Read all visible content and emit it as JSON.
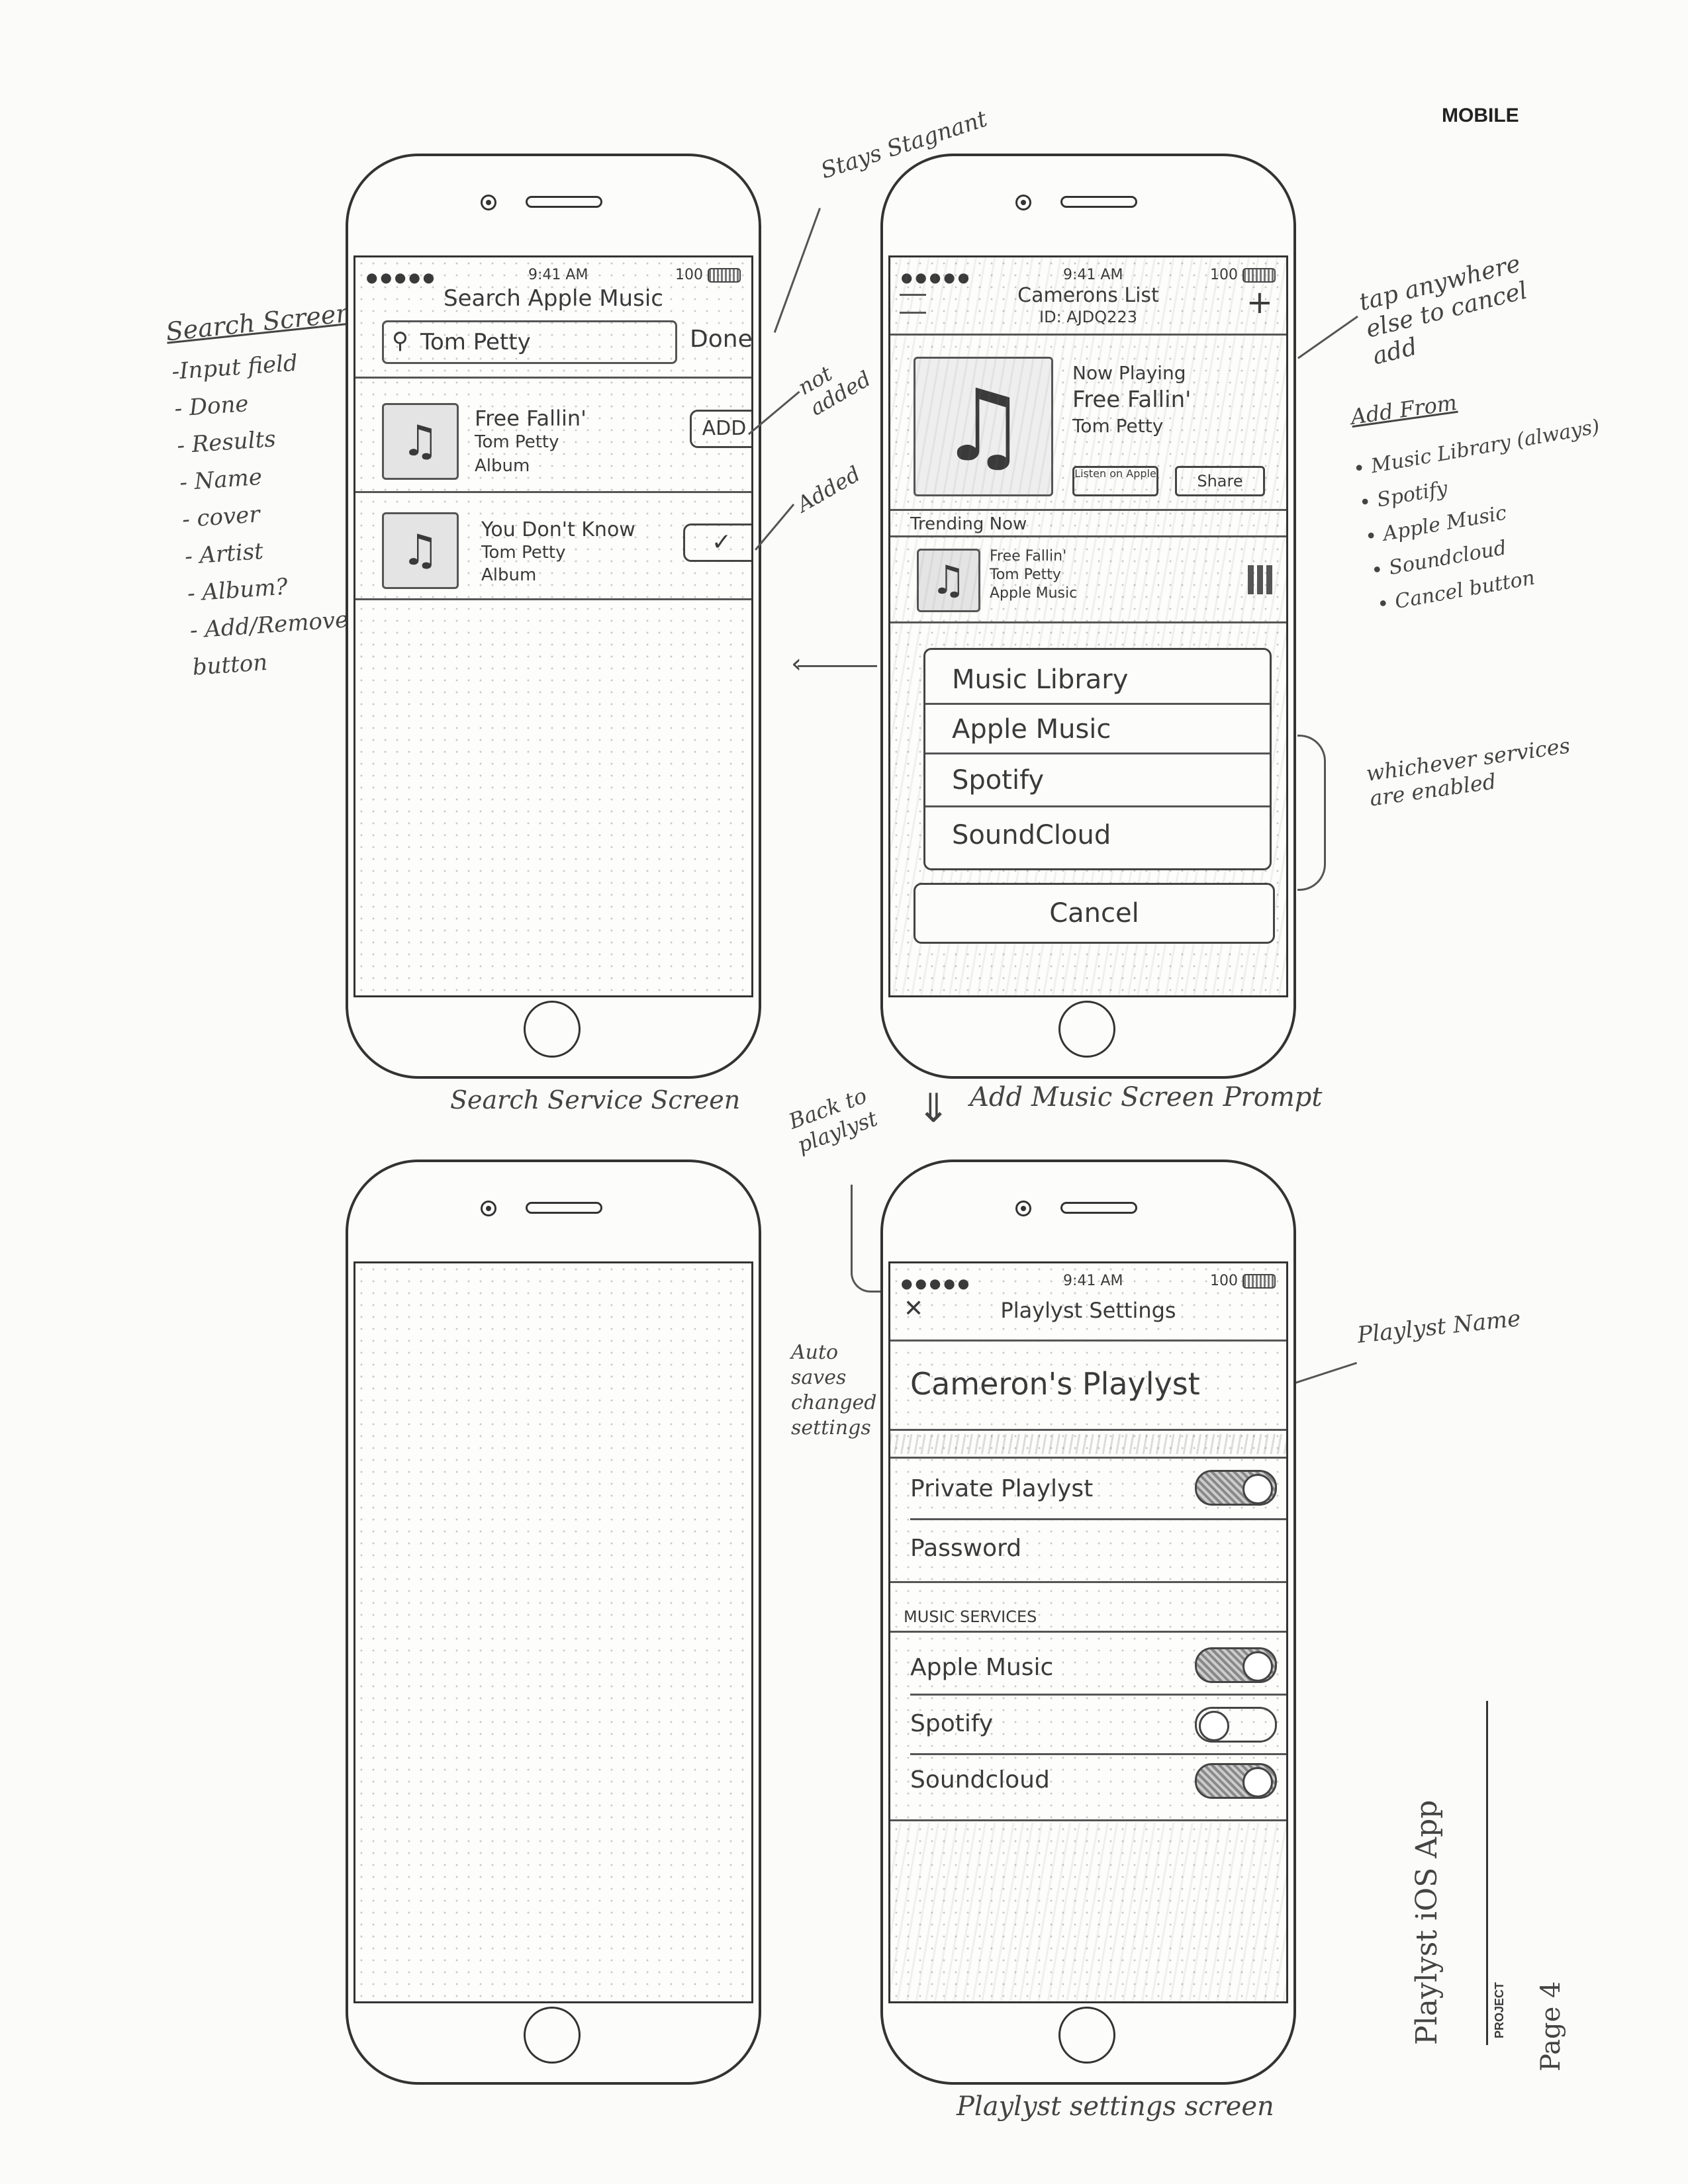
{
  "sheet": {
    "label": "MOBILE",
    "project_title": "Playlyst iOS App",
    "project_label": "PROJECT",
    "page": "Page 4"
  },
  "captions": {
    "search_screen": "Search Service Screen",
    "add_music_prompt": "Add Music Screen Prompt",
    "settings_screen": "Playlyst settings screen"
  },
  "notes": {
    "search_title": "Search Screen",
    "search_items": [
      "-Input field",
      "- Done",
      "- Results",
      "- Name",
      "- cover",
      "- Artist",
      "- Album?",
      "- Add/Remove button"
    ],
    "stays_stagnant": "Stays Stagnant",
    "not_added": "not added",
    "added": "Added",
    "tap_anywhere": "tap anywhere else to cancel add",
    "add_from_title": "Add From",
    "add_from_items": [
      "• Music Library (always)",
      "• Spotify",
      "• Apple Music",
      "• Soundcloud",
      "• Cancel button"
    ],
    "whichever_services": "whichever services are enabled",
    "back_to_playlyst": "Back to playlyst",
    "auto_saves": "Auto saves changed settings",
    "playlyst_name": "Playlyst Name"
  },
  "status": {
    "time": "9:41 AM",
    "battery": "100"
  },
  "search": {
    "title": "Search Apple Music",
    "query": "Tom Petty",
    "done_label": "Done",
    "results": [
      {
        "name": "Free Fallin'",
        "artist": "Tom Petty",
        "album": "Album",
        "action_label": "ADD"
      },
      {
        "name": "You Don't Know",
        "artist": "Tom Petty",
        "album": "Album",
        "action_label": "✓"
      }
    ]
  },
  "playlist": {
    "title": "Camerons List",
    "id": "ID: AJDQ223",
    "add_label": "+",
    "now_playing_label": "Now Playing",
    "track": "Free Fallin'",
    "artist": "Tom Petty",
    "listen_label": "Listen on Apple",
    "share_label": "Share",
    "trending_label": "Trending Now",
    "trending_track": "Free Fallin'",
    "trending_artist": "Tom Petty",
    "trending_source": "Apple Music"
  },
  "add_sheet": {
    "options": [
      "Music Library",
      "Apple Music",
      "Spotify",
      "SoundCloud"
    ],
    "cancel_label": "Cancel"
  },
  "settings": {
    "title": "Playlyst Settings",
    "close_label": "✕",
    "playlist_name": "Cameron's Playlyst",
    "private_label": "Private Playlyst",
    "private_on": true,
    "password_label": "Password",
    "services_header": "MUSIC SERVICES",
    "services": [
      {
        "label": "Apple Music",
        "on": true
      },
      {
        "label": "Spotify",
        "on": false
      },
      {
        "label": "Soundcloud",
        "on": true
      }
    ]
  }
}
